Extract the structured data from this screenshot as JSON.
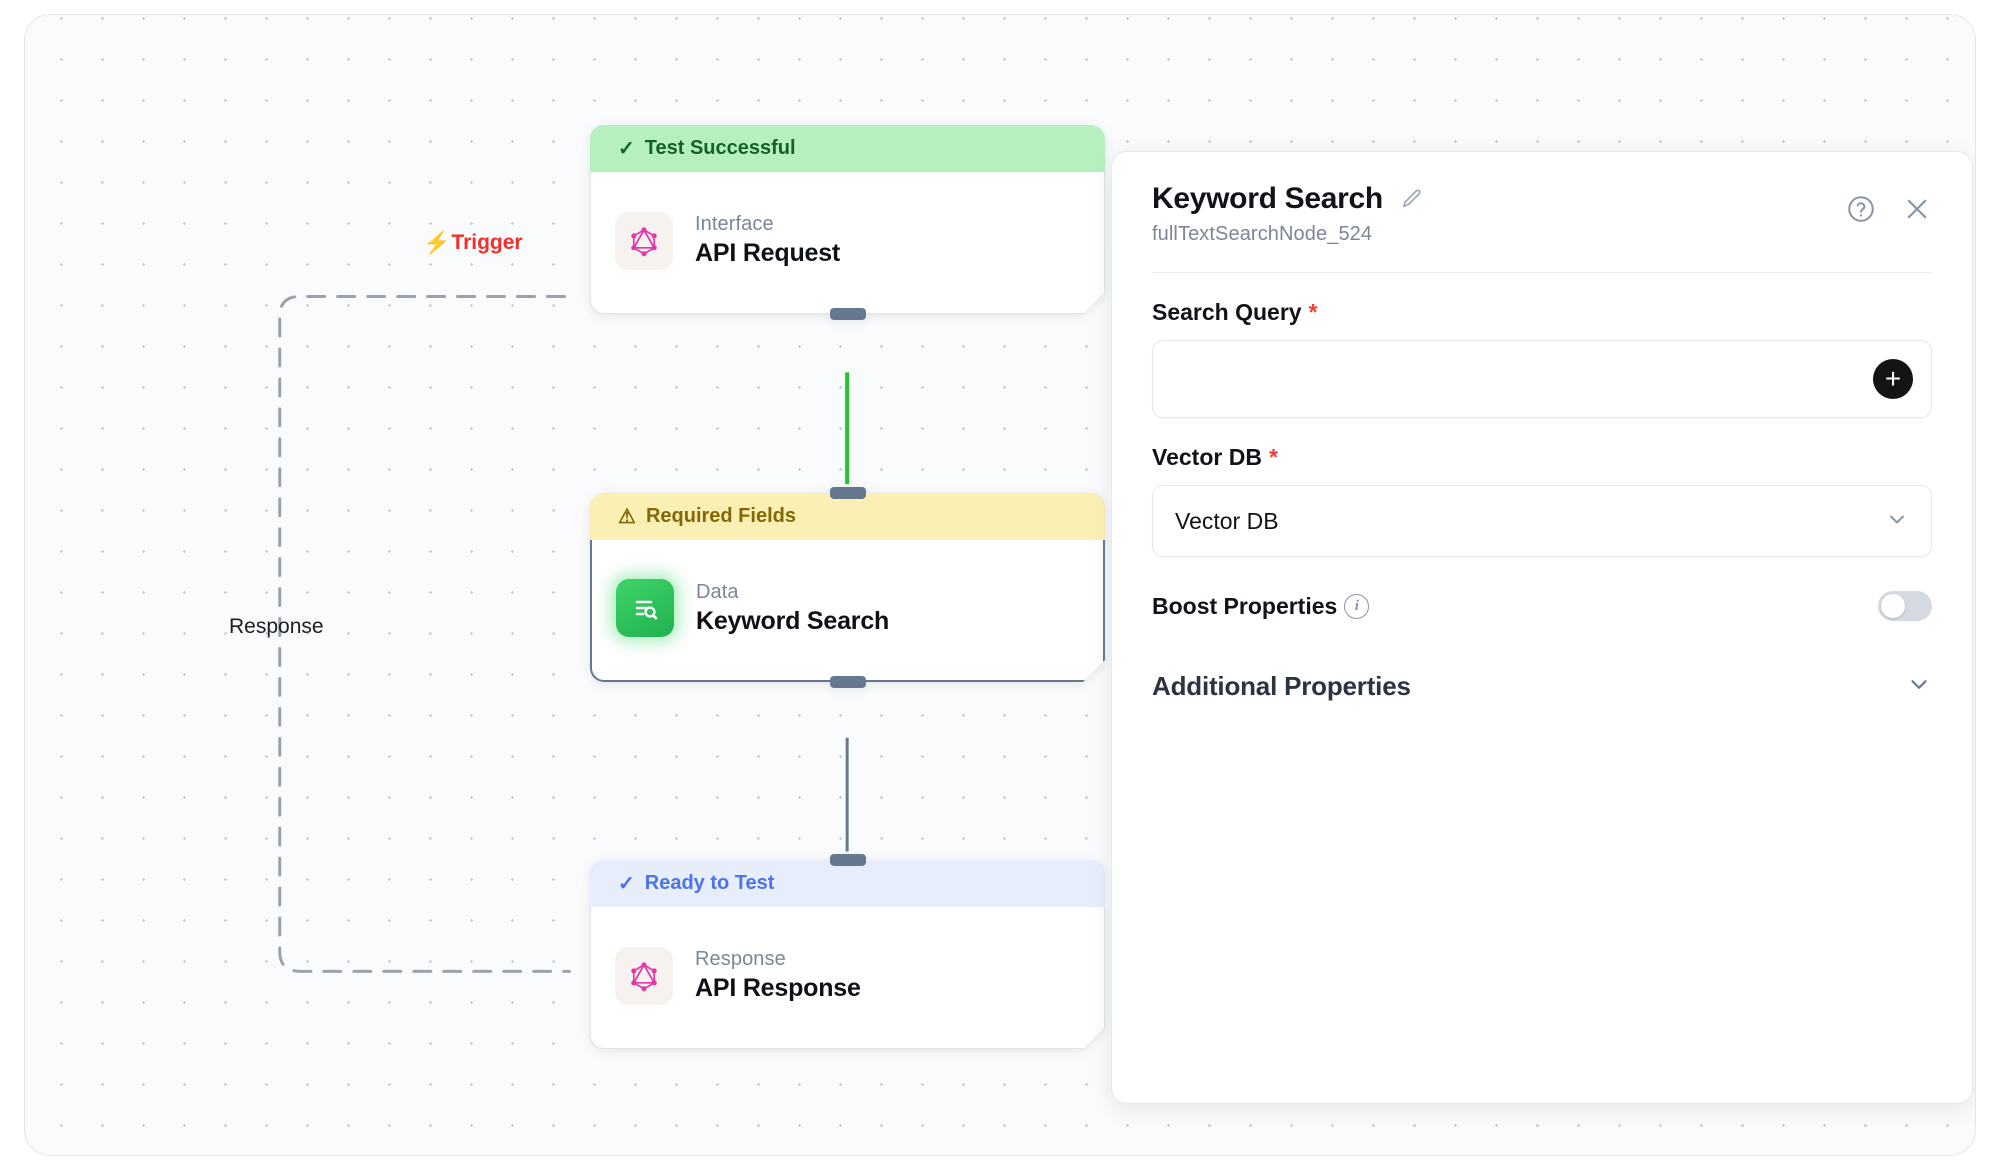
{
  "canvas": {
    "trigger_label": "Trigger",
    "trigger_icon": "lightning-bolt-icon",
    "response_label": "Response"
  },
  "nodes": [
    {
      "id": "api-request",
      "status_label": "Test Successful",
      "status_icon": "check-icon",
      "status_variant": "success",
      "kind": "Interface",
      "title": "API Request",
      "icon": "graphql-icon"
    },
    {
      "id": "keyword-search",
      "status_label": "Required Fields",
      "status_icon": "warning-triangle-icon",
      "status_variant": "warning",
      "kind": "Data",
      "title": "Keyword Search",
      "icon": "document-search-icon",
      "selected": true
    },
    {
      "id": "api-response",
      "status_label": "Ready to Test",
      "status_icon": "check-icon",
      "status_variant": "ready",
      "kind": "Response",
      "title": "API Response",
      "icon": "graphql-icon"
    }
  ],
  "inspector": {
    "title": "Keyword Search",
    "edit_icon": "pencil-icon",
    "subtitle": "fullTextSearchNode_524",
    "help_icon": "help-circle-icon",
    "close_icon": "close-icon",
    "fields": {
      "search_query": {
        "label": "Search Query",
        "required_marker": "*",
        "value": "",
        "placeholder": "",
        "add_icon": "plus-icon"
      },
      "vector_db": {
        "label": "Vector DB",
        "required_marker": "*",
        "selected": "Vector DB",
        "chevron_icon": "chevron-down-icon"
      },
      "boost_properties": {
        "label": "Boost Properties",
        "info_icon": "info-icon",
        "info_glyph": "i",
        "enabled": false
      }
    },
    "additional_properties": {
      "title": "Additional Properties",
      "chevron_icon": "chevron-down-icon",
      "expanded": false
    }
  },
  "colors": {
    "success_bg": "#b7f0bf",
    "success_fg": "#14612a",
    "warning_bg": "#fbf0b4",
    "warning_fg": "#826806",
    "ready_bg": "#e8edfb",
    "ready_fg": "#4a74e8",
    "trigger_red": "#f0302b",
    "edge_green": "#22c52e",
    "edge_slate": "#64798f",
    "graphql_pink": "#e535ab",
    "data_green": "#21b14f",
    "required_star": "#ef4036"
  }
}
